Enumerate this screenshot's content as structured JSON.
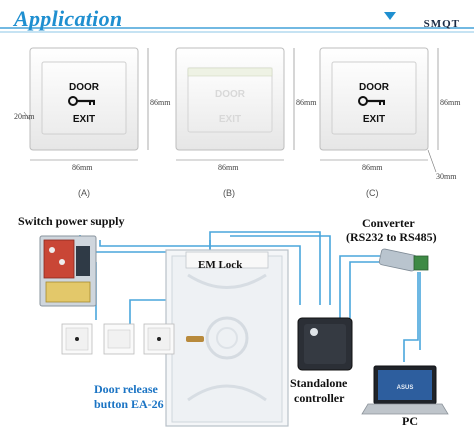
{
  "header": {
    "title": "Application",
    "brand": "SMQT"
  },
  "panels": [
    {
      "id": "A",
      "label": "(A)",
      "line1": "DOOR",
      "line2": "EXIT",
      "width_dim": "86mm",
      "height_dim": "86mm",
      "depth_dim": "20mm"
    },
    {
      "id": "B",
      "label": "(B)",
      "line1": "DOOR",
      "line2": "EXIT",
      "width_dim": "86mm",
      "height_dim": "86mm"
    },
    {
      "id": "C",
      "label": "(C)",
      "line1": "DOOR",
      "line2": "EXIT",
      "width_dim": "86mm",
      "height_dim": "86mm",
      "depth_dim": "30mm"
    }
  ],
  "diagram": {
    "power_supply_label": "Switch power supply",
    "em_lock_label": "EM Lock",
    "converter_label_line1": "Converter",
    "converter_label_line2": "(RS232 to RS485)",
    "door_release_line1": "Door release",
    "door_release_line2": "button EA-26",
    "controller_line1": "Standalone",
    "controller_line2": "controller",
    "pc_label": "PC",
    "laptop_brand": "ASUS"
  },
  "colors": {
    "title": "#1f8fd0",
    "wire": "#4aa6dc",
    "door_release_label": "#1b74c4"
  }
}
